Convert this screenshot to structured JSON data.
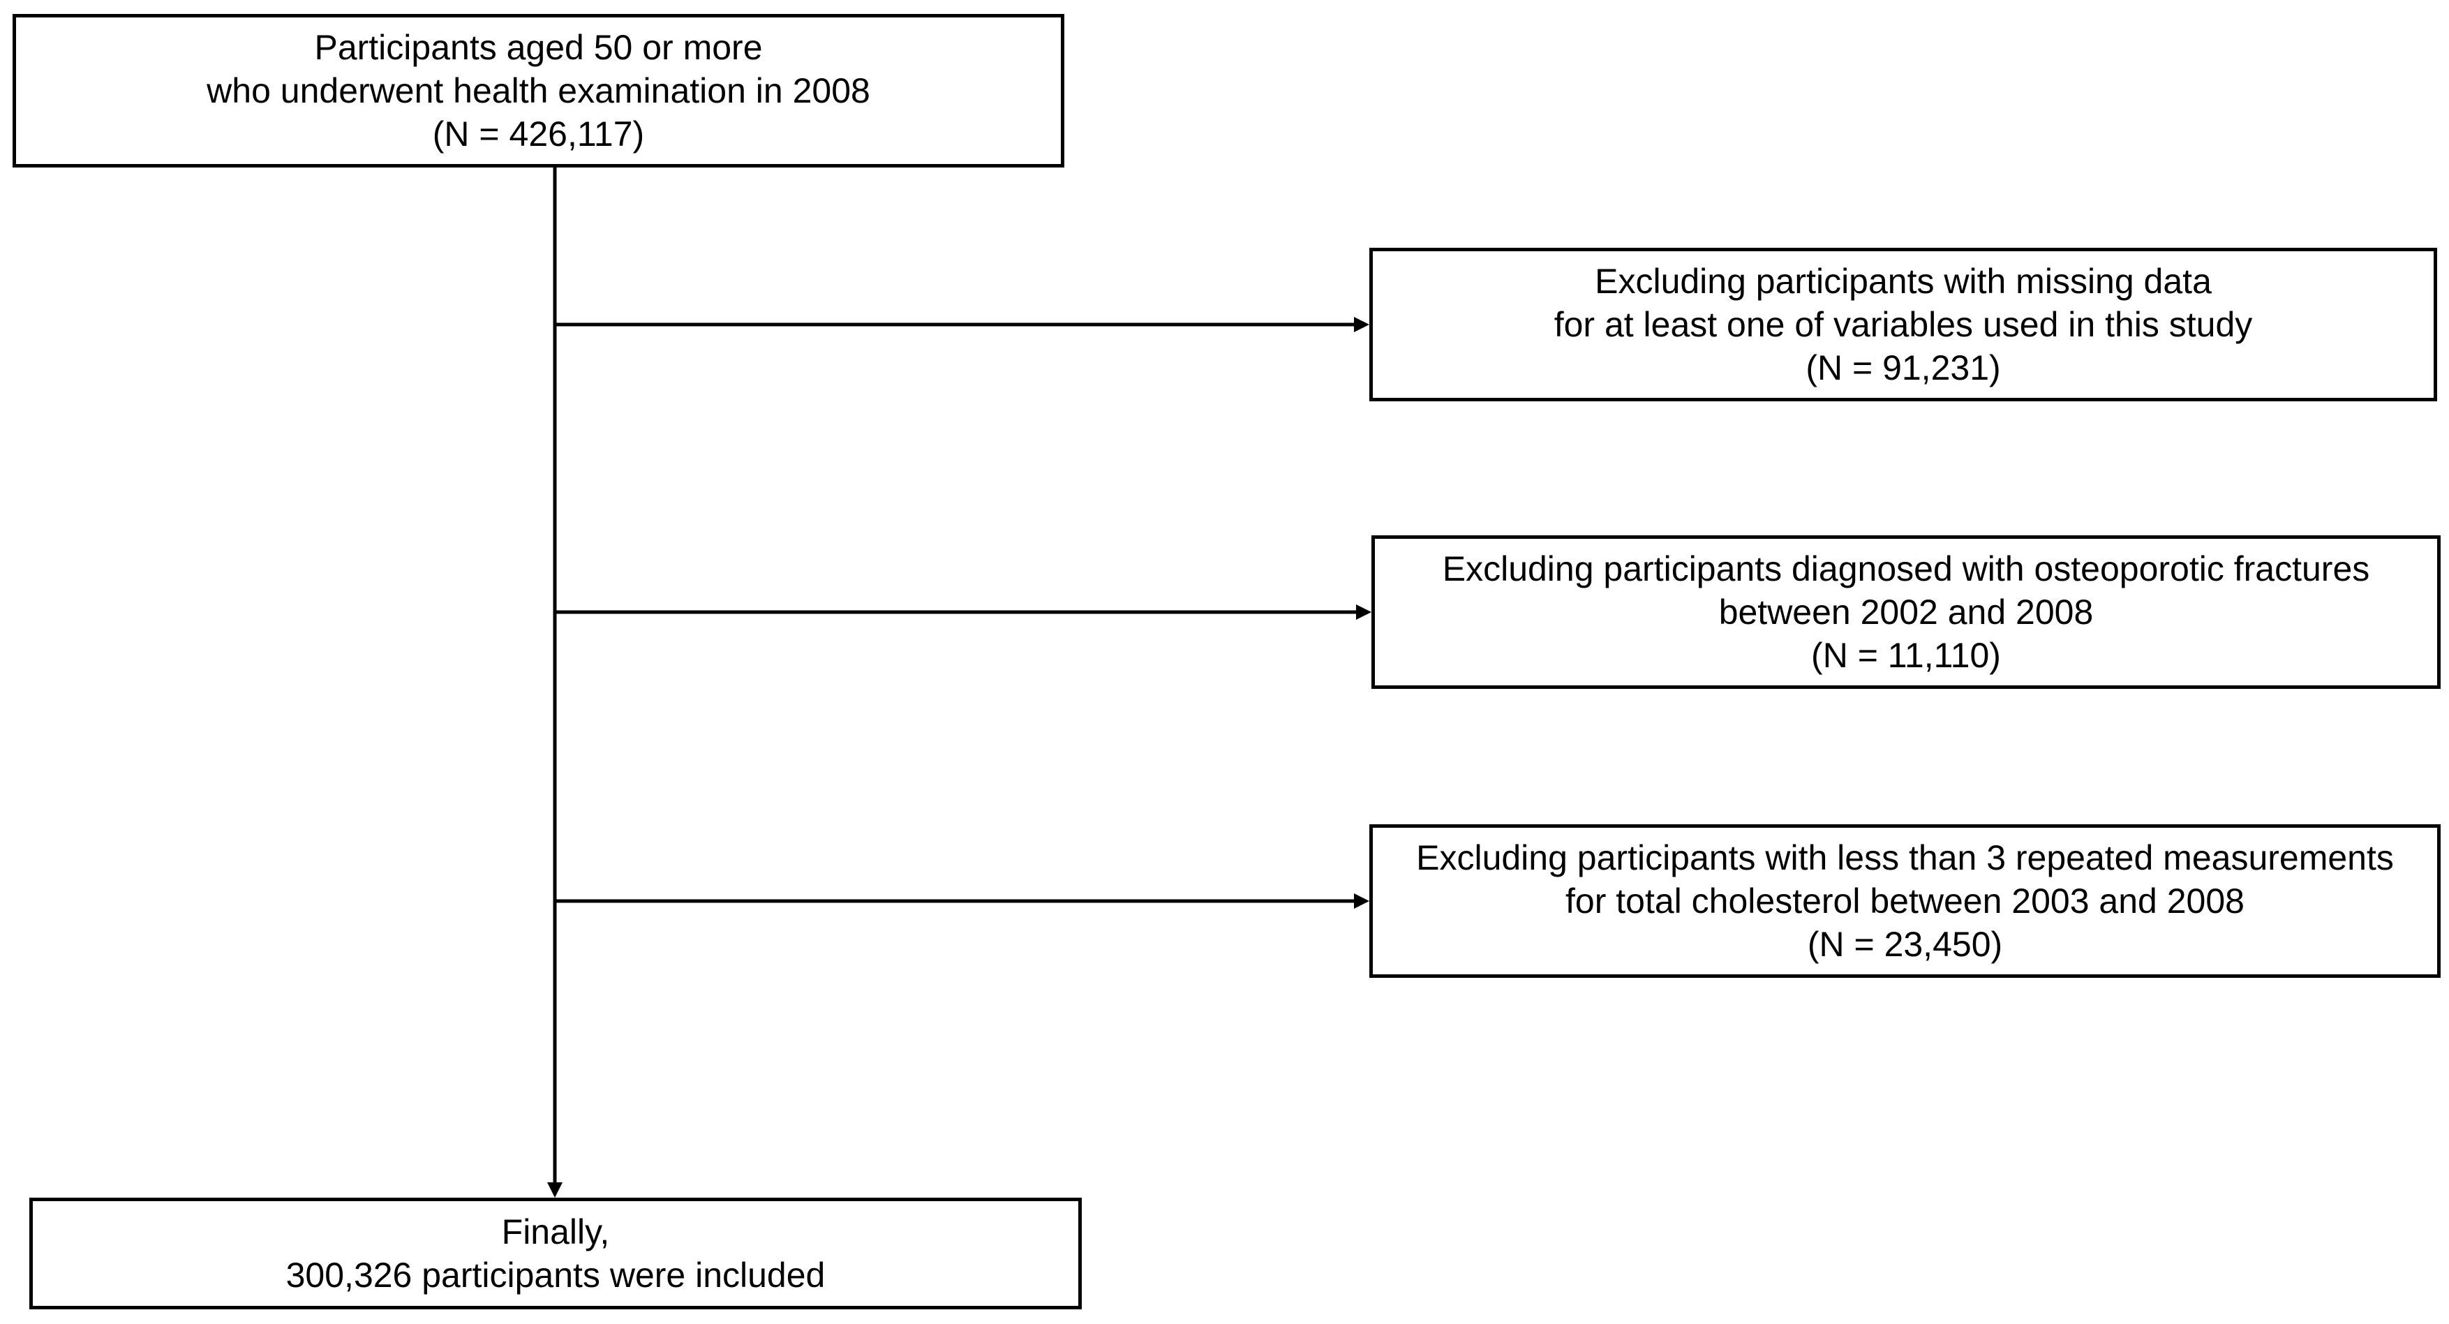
{
  "flowchart": {
    "start": {
      "lines": [
        "Participants aged 50 or more",
        "who underwent health examination in 2008",
        "(N = 426,117)"
      ]
    },
    "exclusions": [
      {
        "lines": [
          "Excluding participants with missing data",
          "for at least one of variables used in this study",
          "(N = 91,231)"
        ]
      },
      {
        "lines": [
          "Excluding participants diagnosed with osteoporotic fractures",
          "between 2002 and 2008",
          "(N = 11,110)"
        ]
      },
      {
        "lines": [
          "Excluding participants with less than 3 repeated measurements",
          "for total cholesterol between 2003 and 2008",
          "(N = 23,450)"
        ]
      }
    ],
    "final": {
      "lines": [
        "Finally,",
        "300,326 participants were included"
      ]
    }
  }
}
